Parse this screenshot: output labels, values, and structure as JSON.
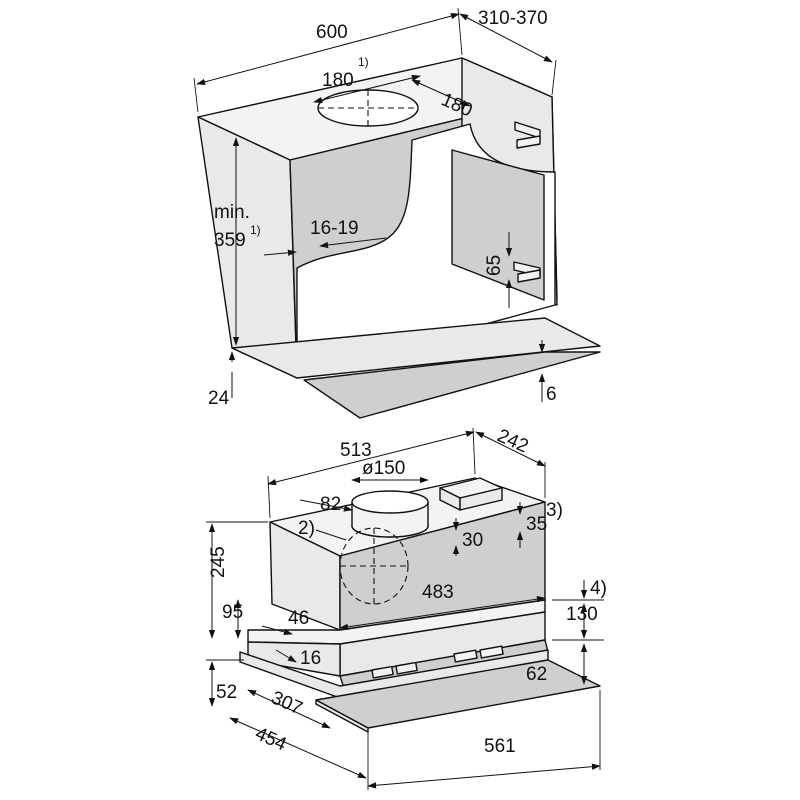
{
  "upper_cabinet": {
    "width": "600",
    "depth": "310-370",
    "cutout_width": "180",
    "cutout_width_note": "1)",
    "cutout_depth": "180",
    "min_label": "min.",
    "min_height": "359",
    "min_height_note": "1)",
    "panel_thickness": "16-19",
    "bracket_height": "65",
    "bottom_offset": "24",
    "glass_thickness": "6"
  },
  "hood_unit": {
    "width": "513",
    "depth": "242",
    "duct_diameter": "ø150",
    "duct_offset": "82",
    "note_2": "2)",
    "duct_height": "30",
    "bracket_dim": "35",
    "note_3": "3)",
    "total_height": "245",
    "inner_width": "483",
    "note_4": "4)",
    "side_height": "95",
    "side_offset": "46",
    "front_height": "130",
    "frame_depth": "16",
    "bottom_height": "62",
    "base_height": "52",
    "depth_front": "307",
    "depth_total": "454",
    "glass_width": "561"
  }
}
